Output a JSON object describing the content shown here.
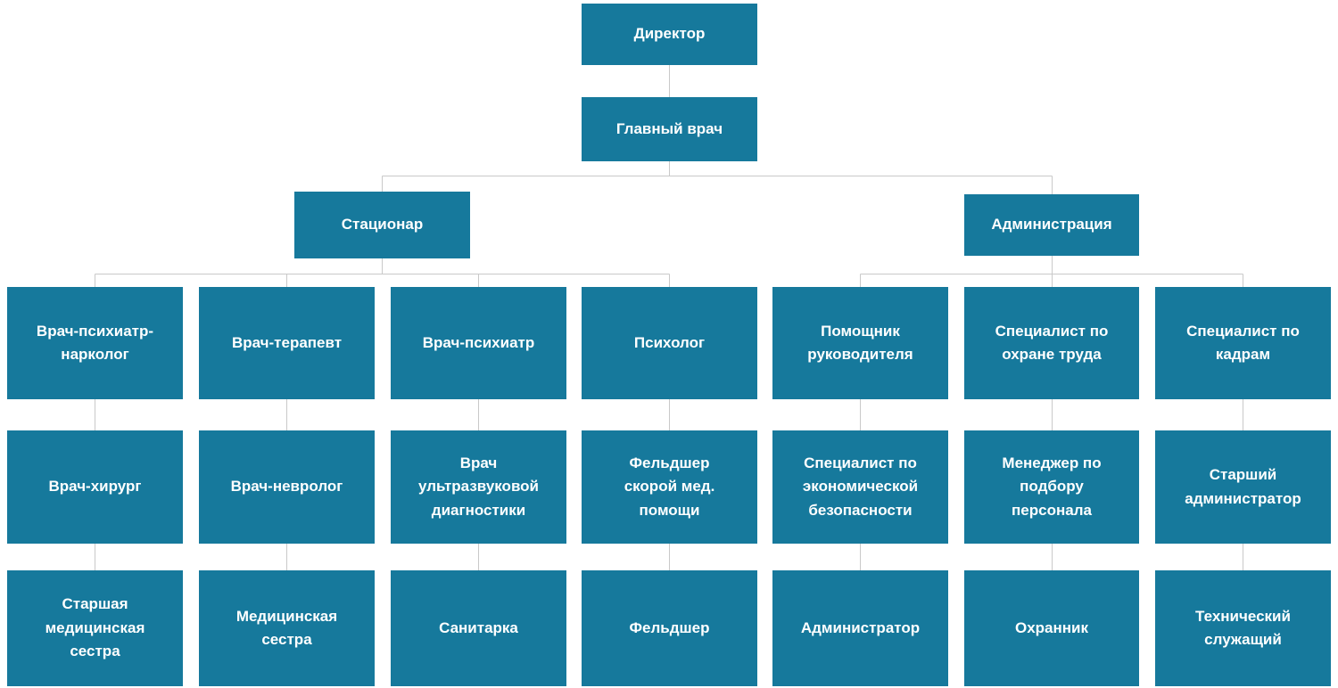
{
  "org": {
    "root": {
      "label": "Директор"
    },
    "chief": {
      "label": "Главный врач"
    },
    "branches": [
      {
        "label": "Стационар"
      },
      {
        "label": "Администрация"
      }
    ],
    "columns": [
      {
        "cells": [
          "Врач-психиатр-нарколог",
          "Врач-хирург",
          "Старшая медицинская сестра"
        ]
      },
      {
        "cells": [
          "Врач-терапевт",
          "Врач-невролог",
          "Медицинская сестра"
        ]
      },
      {
        "cells": [
          "Врач-психиатр",
          "Врач ультразвуковой диагностики",
          "Санитарка"
        ]
      },
      {
        "cells": [
          "Психолог",
          "Фельдшер скорой мед. помощи",
          "Фельдшер"
        ]
      },
      {
        "cells": [
          "Помощник руководителя",
          "Специалист по экономической безопасности",
          "Администратор"
        ]
      },
      {
        "cells": [
          "Специалист по охране труда",
          "Менеджер по подбору персонала",
          "Охранник"
        ]
      },
      {
        "cells": [
          "Специалист по кадрам",
          "Старший администратор",
          "Технический служащий"
        ]
      }
    ],
    "colors": {
      "node_bg": "#16799c",
      "node_text": "#ffffff",
      "connector": "#c9c9c9"
    }
  }
}
